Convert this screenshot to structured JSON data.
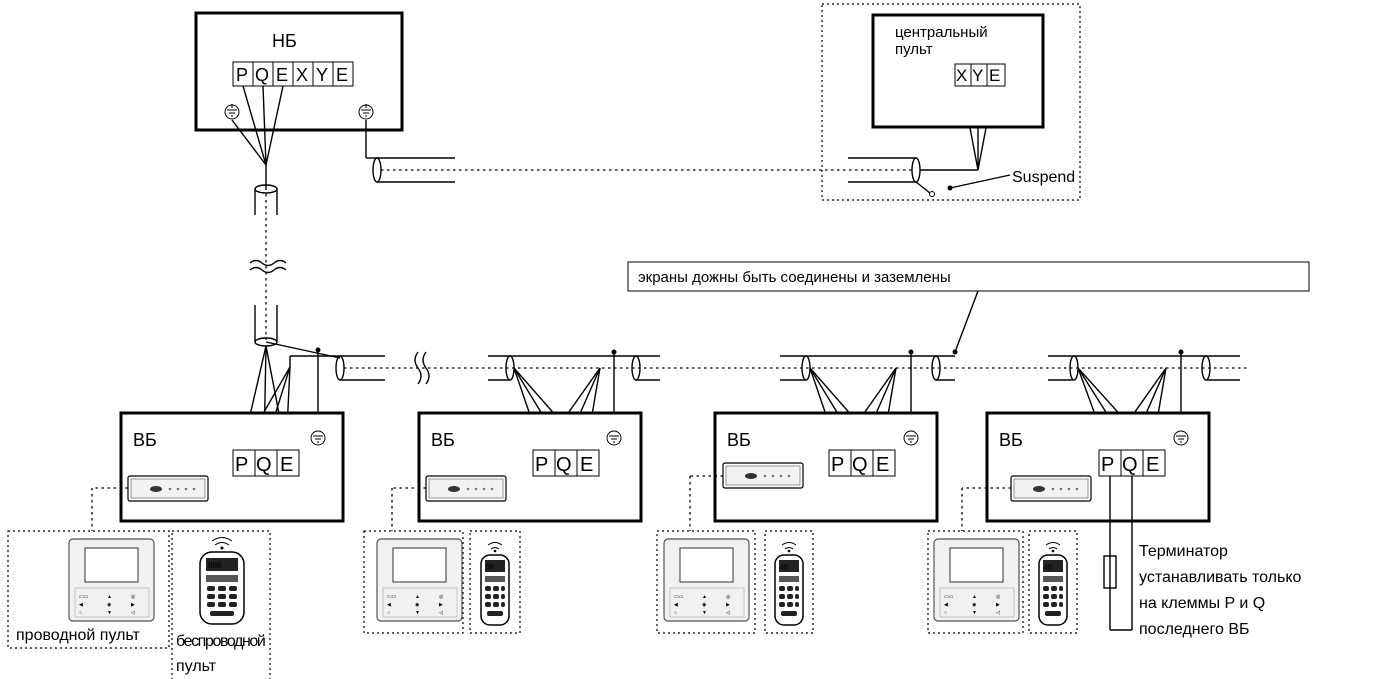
{
  "outdoor_unit": {
    "label": "НБ",
    "terminals": [
      "P",
      "Q",
      "E",
      "X",
      "Y",
      "E"
    ]
  },
  "central_controller": {
    "label_line1": "центральный",
    "label_line2": "пульт",
    "terminals": [
      "X",
      "Y",
      "E"
    ],
    "suspend_label": "Suspend"
  },
  "shield_note": "экраны дожны быть соединены и заземлены",
  "indoor_units": [
    {
      "label": "ВБ",
      "terminals": [
        "P",
        "Q",
        "E"
      ]
    },
    {
      "label": "ВБ",
      "terminals": [
        "P",
        "Q",
        "E"
      ]
    },
    {
      "label": "ВБ",
      "terminals": [
        "P",
        "Q",
        "E"
      ]
    },
    {
      "label": "ВБ",
      "terminals": [
        "P",
        "Q",
        "E"
      ]
    }
  ],
  "wired_controller_label": "проводной пульт",
  "wireless_controller_label_line1": "беспроводной",
  "wireless_controller_label_line2": "пульт",
  "terminator_note": {
    "line1": "Терминатор",
    "line2": "устанавливать только",
    "line3": "на клеммы  P и Q",
    "line4": "последнего ВБ"
  }
}
